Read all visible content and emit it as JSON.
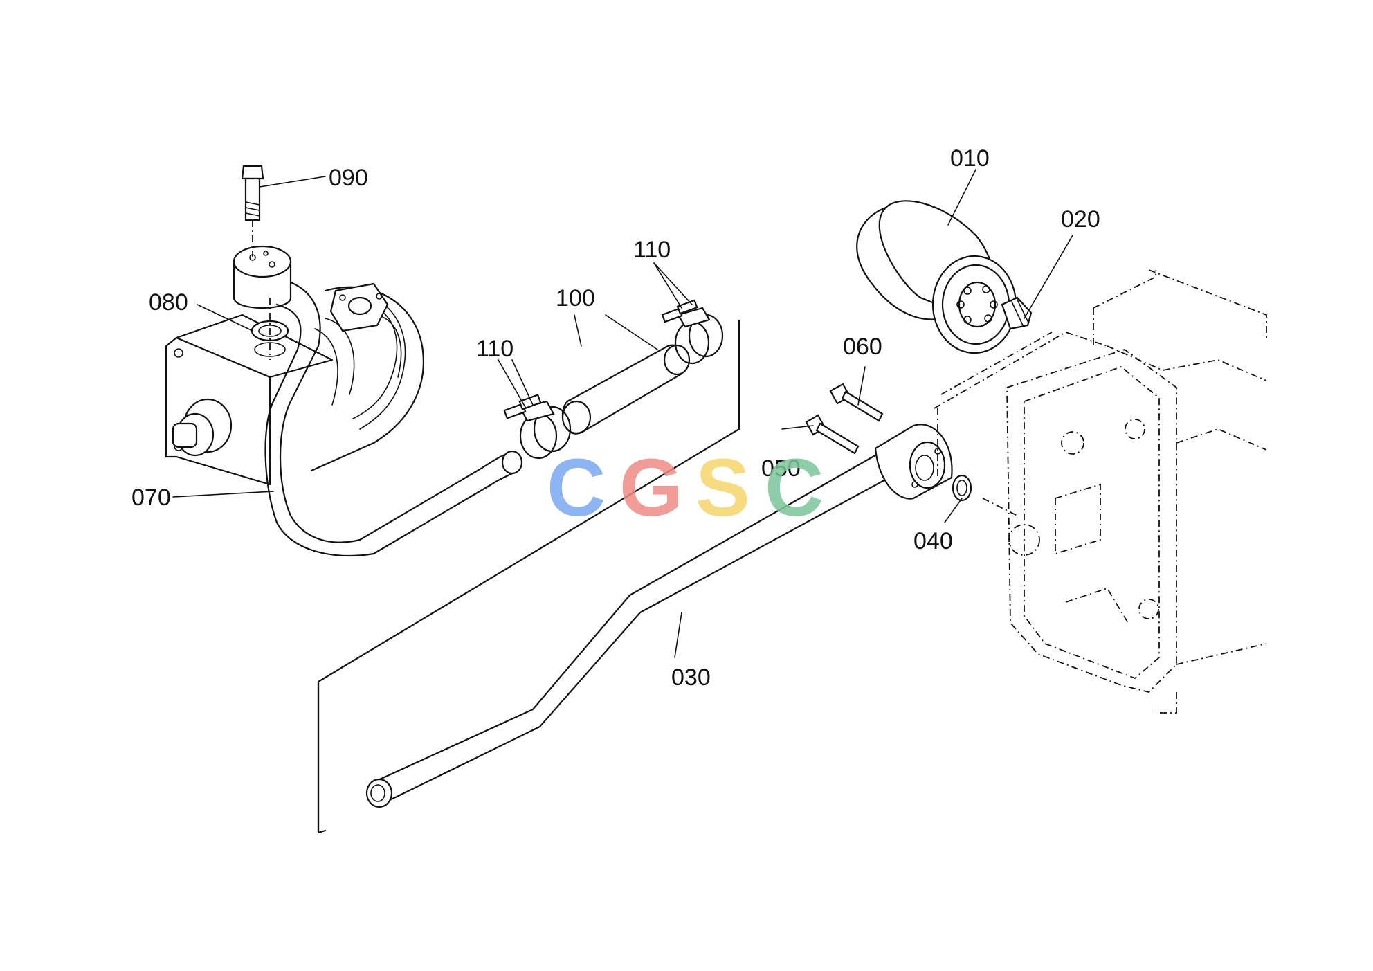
{
  "labels": {
    "p010": "010",
    "p020": "020",
    "p030": "030",
    "p040": "040",
    "p050": "050",
    "p060": "060",
    "p070": "070",
    "p080": "080",
    "p090": "090",
    "p100": "100",
    "p110a": "110",
    "p110b": "110"
  },
  "watermark": {
    "letters": [
      "C",
      "G",
      "S",
      "C"
    ],
    "colors": [
      "#7aa7f2",
      "#ef8b85",
      "#f6d56b",
      "#7cc49a"
    ]
  }
}
